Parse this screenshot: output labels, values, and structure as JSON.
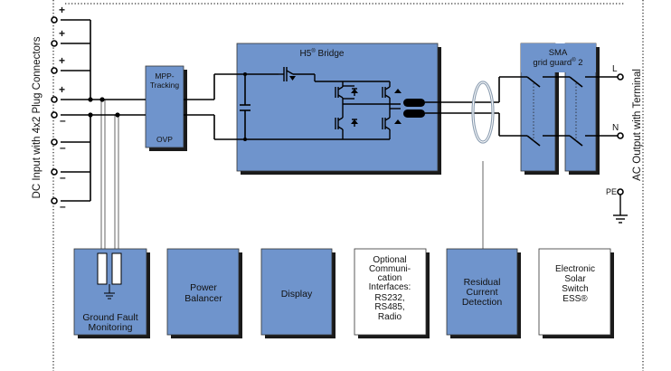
{
  "colors": {
    "block_fill": "#6f94cc",
    "white_box_fill": "#ffffff",
    "shadow": "#1a1a1a",
    "wire": "#000000",
    "border": "#333333",
    "toroid": "#8a9cb0"
  },
  "left_label": "DC Input with 4x2 Plug Connectors",
  "right_label": "AC Output with Terminal",
  "dc_terminals": [
    "+",
    "+",
    "+",
    "+",
    "–",
    "–",
    "–",
    "–"
  ],
  "mpp_block": {
    "top": "MPP-Tracking",
    "bottom": "OVP"
  },
  "bridge": {
    "title": "H5",
    "sup": "®",
    "title_suffix": " Bridge"
  },
  "gridguard": {
    "line1": "SMA",
    "line2": "grid guard",
    "sup": "®",
    "suffix": " 2"
  },
  "outputs": {
    "l": "L",
    "n": "N",
    "pe": "PE"
  },
  "modules": [
    {
      "id": "ground_fault",
      "lines": [
        "Ground Fault",
        "Monitoring"
      ],
      "style": "blue"
    },
    {
      "id": "power_balancer",
      "lines": [
        "Power",
        "Balancer"
      ],
      "style": "blue"
    },
    {
      "id": "display",
      "lines": [
        "Display"
      ],
      "style": "blue"
    },
    {
      "id": "comm",
      "lines": [
        "Optional",
        "Communi-",
        "cation",
        "Interfaces:",
        "RS232,",
        "RS485,",
        "Radio"
      ],
      "style": "white"
    },
    {
      "id": "rcd",
      "lines": [
        "Residual",
        "Current",
        "Detection"
      ],
      "style": "blue"
    },
    {
      "id": "ess",
      "lines": [
        "Electronic",
        "Solar",
        "Switch",
        "ESS®"
      ],
      "style": "white"
    }
  ]
}
